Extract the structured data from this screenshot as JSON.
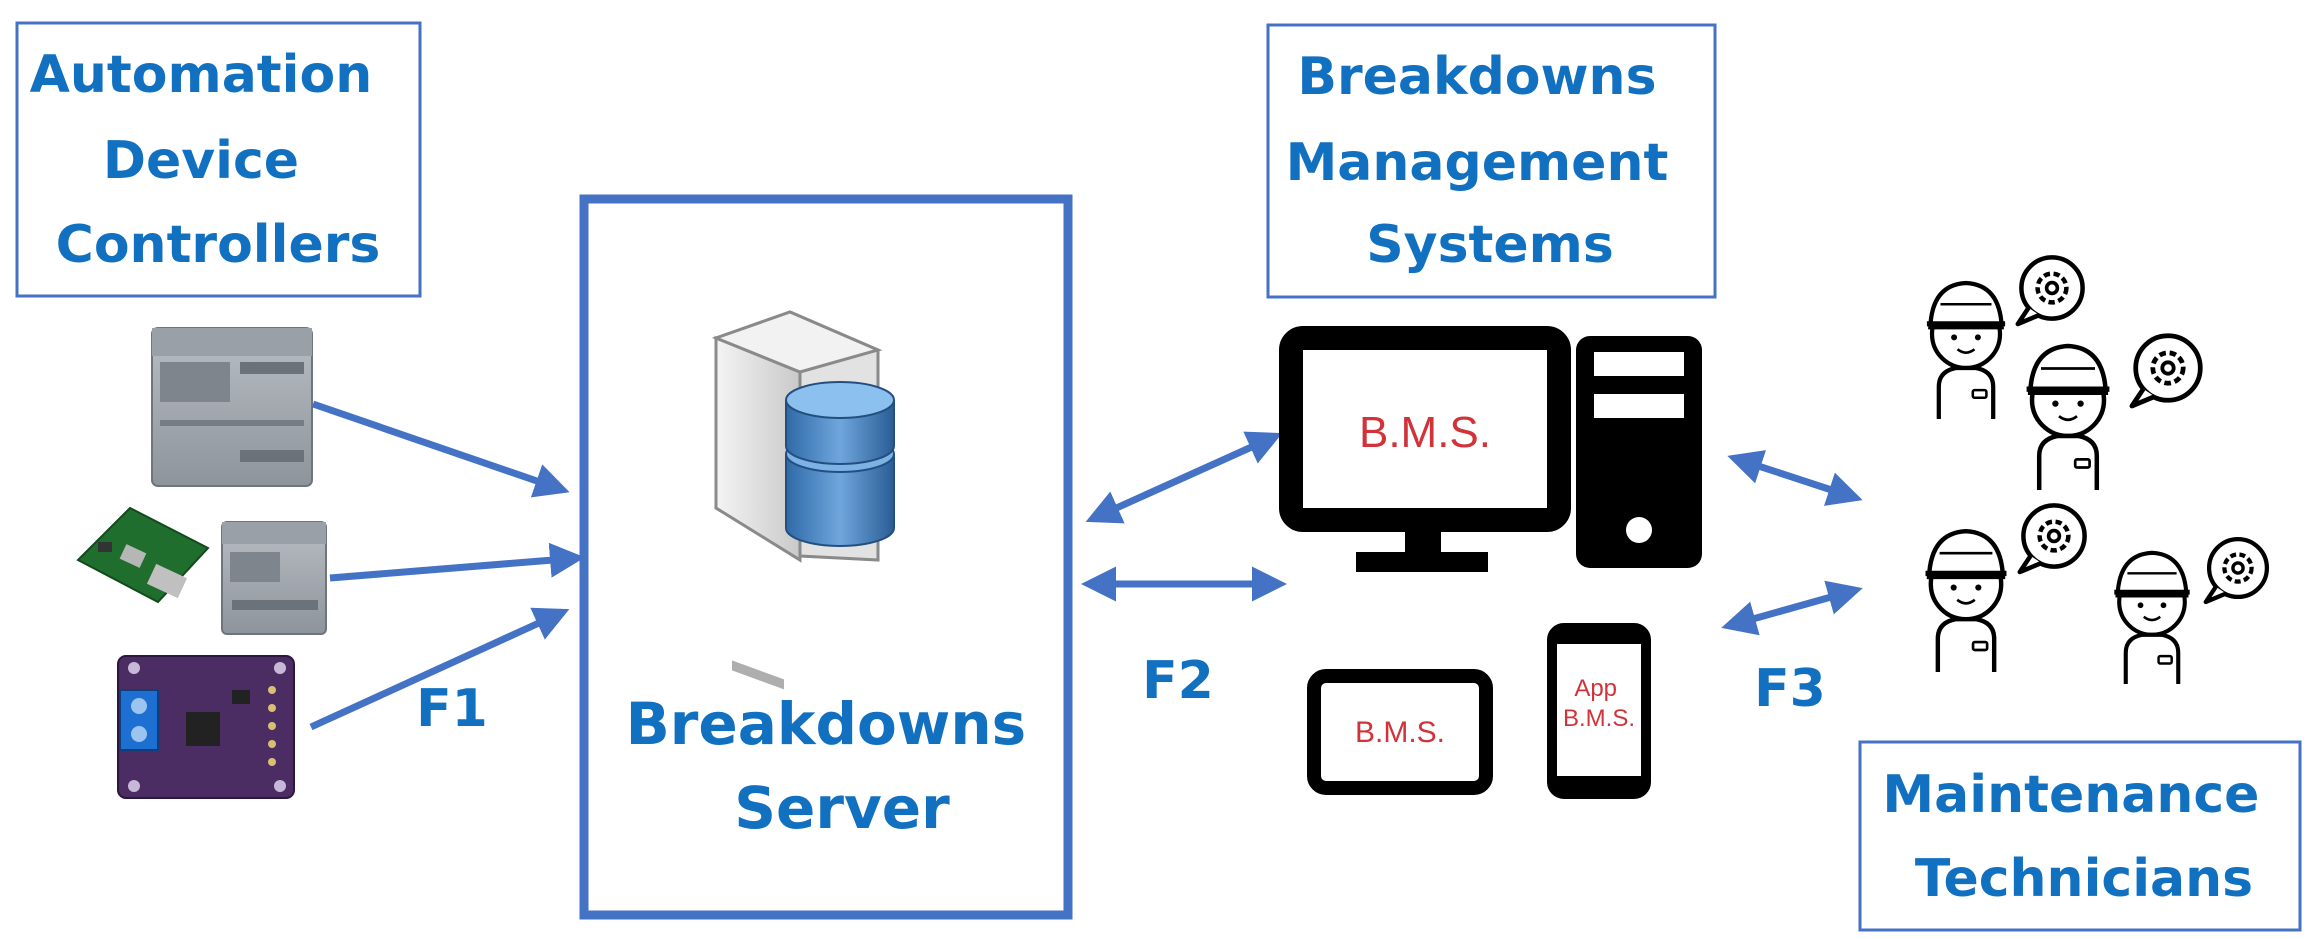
{
  "colors": {
    "accent": "#1170c0",
    "arrow": "#4472c4",
    "frame": "#4472c4",
    "bms_text": "#d0343a"
  },
  "labels": {
    "automation": [
      "Automation",
      "Device",
      "Controllers"
    ],
    "bms_systems": [
      "Breakdowns",
      "Management",
      "Systems"
    ],
    "server": [
      "Breakdowns",
      "Server"
    ],
    "maintenance": [
      "Maintenance",
      "Technicians"
    ]
  },
  "flows": {
    "f1": "F1",
    "f2": "F2",
    "f3": "F3"
  },
  "screens": {
    "monitor": "B.M.S.",
    "tablet": "B.M.S.",
    "phone_line1": "App",
    "phone_line2": "B.M.S."
  },
  "icons": [
    "plc-controller-icon",
    "raspberry-pi-icon",
    "sensor-board-icon",
    "database-server-icon",
    "desktop-computer-icon",
    "tablet-icon",
    "smartphone-icon",
    "technician-icon"
  ]
}
